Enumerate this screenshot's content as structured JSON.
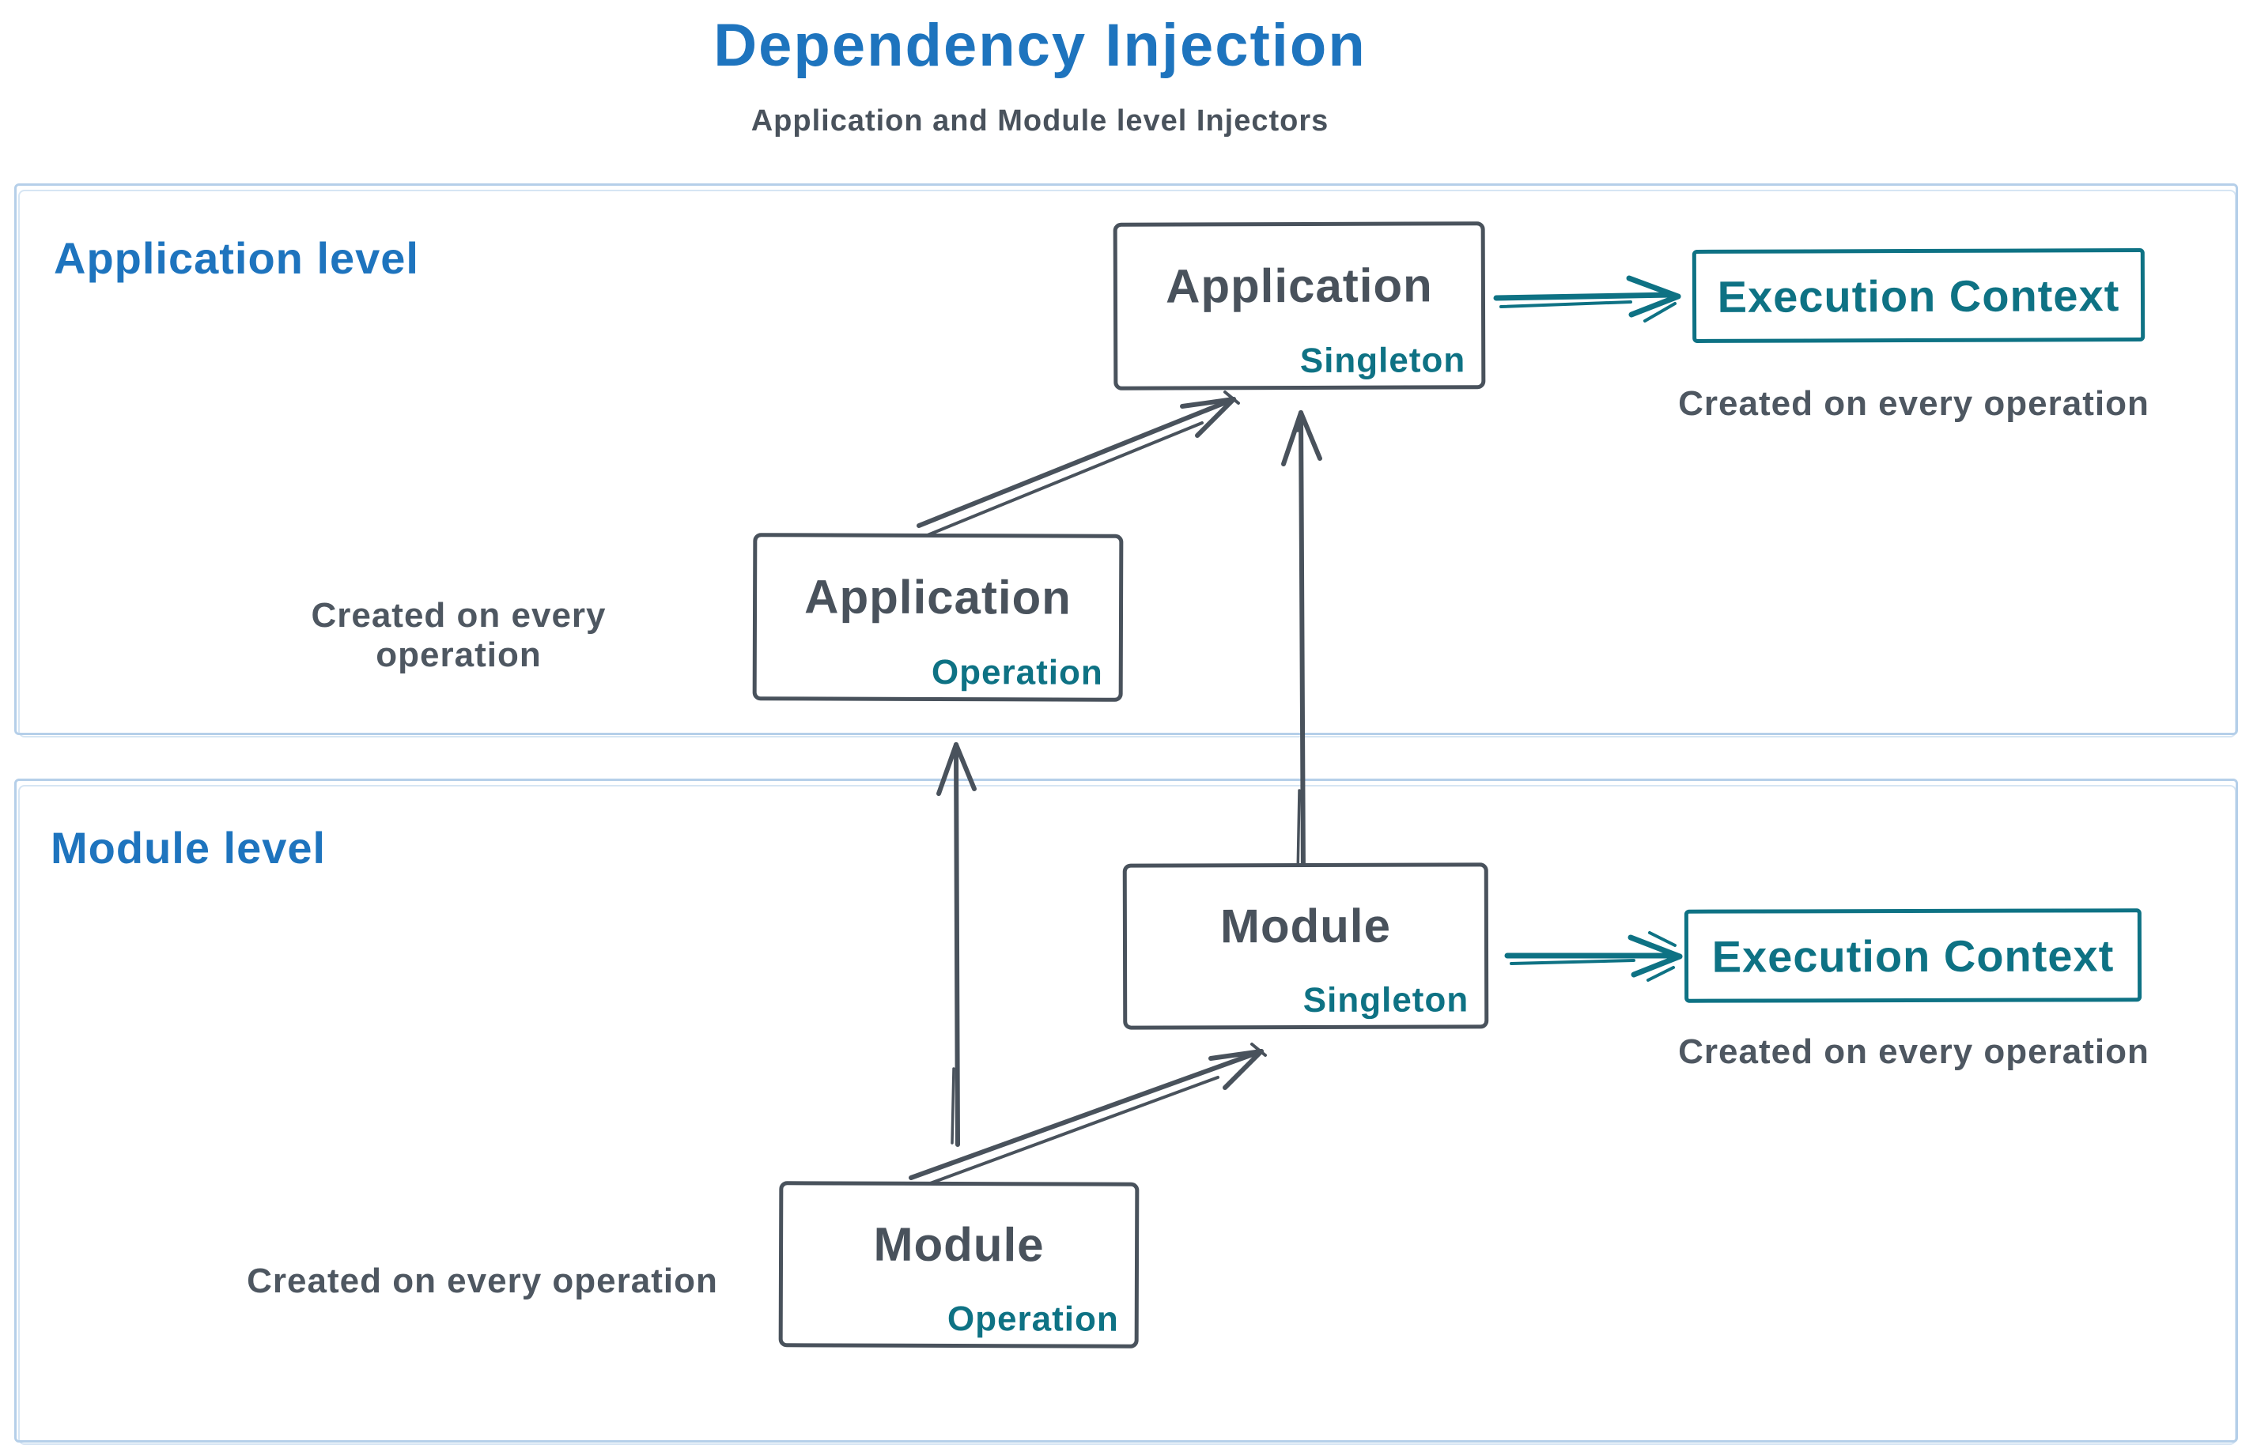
{
  "title": "Dependency Injection",
  "subtitle": "Application and Module level Injectors",
  "colors": {
    "blue": "#1E74BE",
    "dark": "#49525C",
    "teal": "#0E7284",
    "frame": "#B5CFE9",
    "caption": "#4E5761"
  },
  "application_level": {
    "label": "Application level",
    "singleton_box": {
      "name": "Application",
      "scope": "Singleton"
    },
    "operation_box": {
      "name": "Application",
      "scope": "Operation"
    },
    "operation_note": "Created on every operation",
    "execution_context": {
      "label": "Execution Context",
      "note": "Created on every operation"
    }
  },
  "module_level": {
    "label": "Module level",
    "singleton_box": {
      "name": "Module",
      "scope": "Singleton"
    },
    "operation_box": {
      "name": "Module",
      "scope": "Operation"
    },
    "operation_note": "Created on every operation",
    "execution_context": {
      "label": "Execution Context",
      "note": "Created on every operation"
    }
  }
}
